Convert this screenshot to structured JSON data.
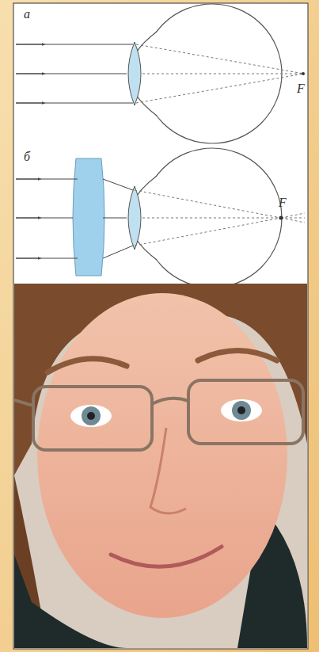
{
  "diagram": {
    "labels": [
      "а",
      "F",
      "б",
      "F"
    ]
  }
}
